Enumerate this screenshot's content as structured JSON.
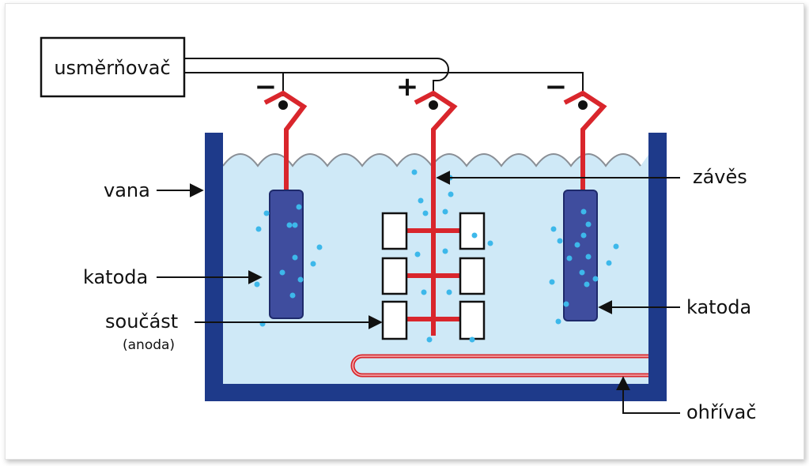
{
  "labels": {
    "rectifier": "usměrňovač",
    "tank": "vana",
    "cathode_left": "katoda",
    "part": "součást",
    "part_note": "(anoda)",
    "rack": "závěs",
    "cathode_right": "katoda",
    "heater": "ohřívač"
  },
  "signs": {
    "left": "−",
    "center": "+",
    "right": "−"
  },
  "colors": {
    "tank": "#1e3a8a",
    "electrolyte": "#cfe9f7",
    "cathode": "#3f4d9e",
    "conductor": "#d9262c",
    "bubbles": "#3db8ea",
    "wave_line": "#8a8f96",
    "wire": "#111111"
  }
}
